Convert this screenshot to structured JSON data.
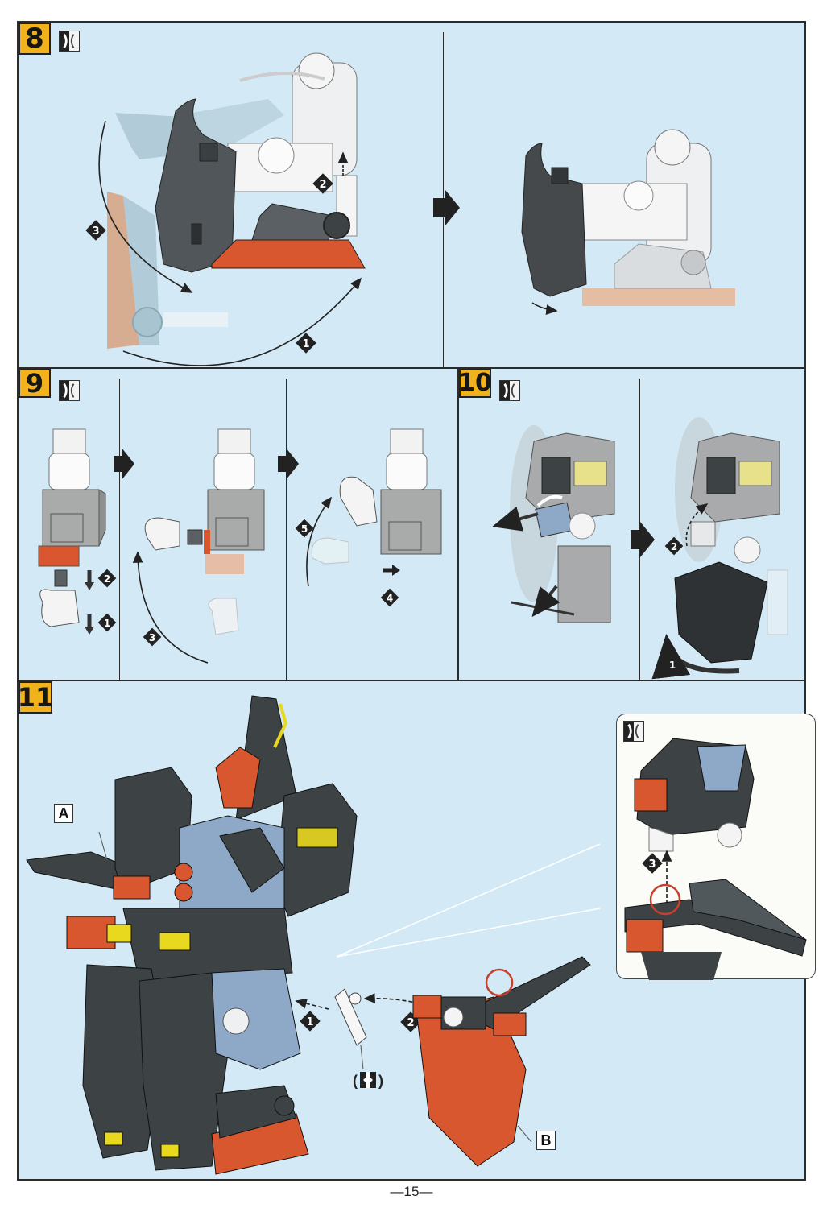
{
  "page": {
    "page_number": "—15—"
  },
  "steps": [
    {
      "number": "8",
      "icon": "assemble-pose-icon",
      "markers": [
        "1",
        "2",
        "3"
      ]
    },
    {
      "number": "9",
      "icon": "assemble-pose-icon",
      "markers": [
        "1",
        "2",
        "3",
        "4",
        "5"
      ]
    },
    {
      "number": "10",
      "icon": "assemble-pose-icon",
      "markers": [
        "1",
        "2"
      ]
    },
    {
      "number": "11",
      "inset_icon": "assemble-pose-icon",
      "markers": [
        "1",
        "2",
        "3"
      ]
    }
  ],
  "labels": {
    "part_a": "A",
    "part_b": "B",
    "joint_paren_open": "(",
    "joint_paren_close": ")"
  },
  "colors": {
    "panel_bg": "#d3e9f5",
    "badge": "#f2b21c",
    "armor_dark": "#3d4244",
    "armor_orange": "#d9572f",
    "armor_yellow": "#e8d81e",
    "armor_blue": "#8ea9c8",
    "inner_white": "#f2f2f2",
    "inner_gray": "#a9aaaa"
  }
}
